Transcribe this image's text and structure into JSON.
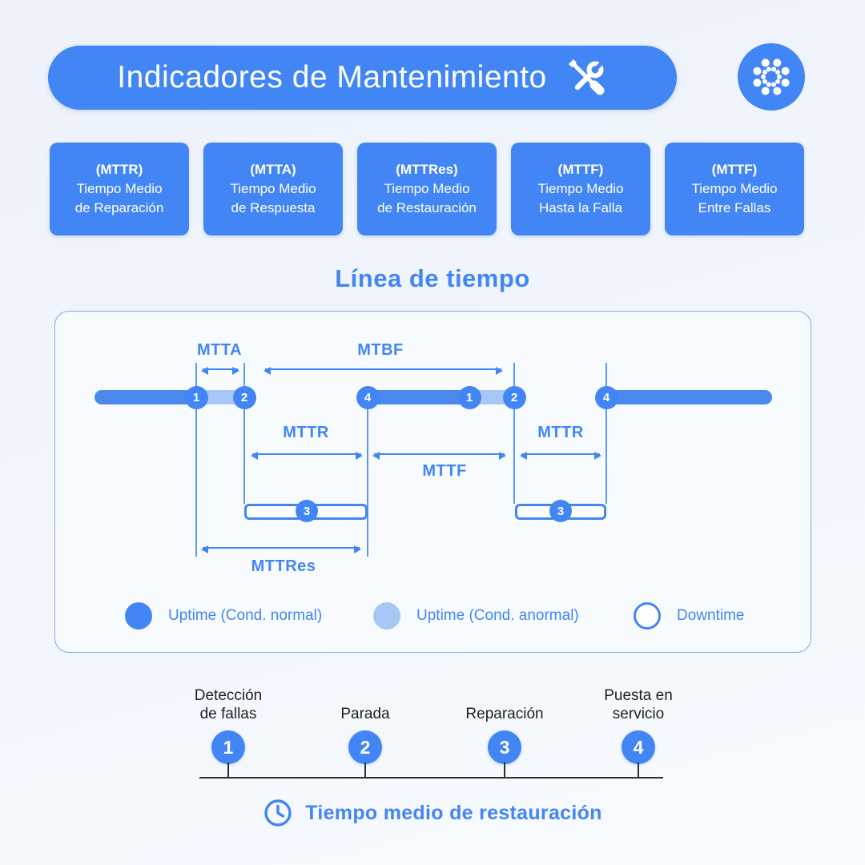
{
  "header": {
    "title": "Indicadores de Mantenimiento",
    "icon": "tools-icon"
  },
  "logo": {
    "icon": "dots-logo-icon"
  },
  "cards": [
    {
      "acronym": "(MTTR)",
      "lines": [
        "Tiempo Medio",
        "de Reparación"
      ]
    },
    {
      "acronym": "(MTTA)",
      "lines": [
        "Tiempo Medio",
        "de Respuesta"
      ]
    },
    {
      "acronym": "(MTTRes)",
      "lines": [
        "Tiempo Medio",
        "de Restauración"
      ]
    },
    {
      "acronym": "(MTTF)",
      "lines": [
        "Tiempo Medio",
        "Hasta la Falla"
      ]
    },
    {
      "acronym": "(MTTF)",
      "lines": [
        "Tiempo Medio",
        "Entre Fallas"
      ]
    }
  ],
  "timeline": {
    "title": "Línea de tiempo",
    "metrics": {
      "mtta": "MTTA",
      "mtbf": "MTBF",
      "mttr": "MTTR",
      "mttf": "MTTF",
      "mttres": "MTTRes"
    },
    "markers": [
      "1",
      "2",
      "4",
      "1",
      "2",
      "4"
    ],
    "downtime_markers": [
      "3",
      "3"
    ],
    "legend": [
      {
        "swatch": "solid",
        "label": "Uptime (Cond. normal)"
      },
      {
        "swatch": "light",
        "label": "Uptime (Cond. anormal)"
      },
      {
        "swatch": "outline",
        "label": "Downtime"
      }
    ]
  },
  "steps": [
    {
      "number": "1",
      "lines": [
        "Detección",
        "de fallas"
      ]
    },
    {
      "number": "2",
      "lines": [
        "Parada"
      ]
    },
    {
      "number": "3",
      "lines": [
        "Reparación"
      ]
    },
    {
      "number": "4",
      "lines": [
        "Puesta en",
        "servicio"
      ]
    }
  ],
  "footer": {
    "icon": "clock-icon",
    "text": "Tiempo medio de restauración"
  },
  "colors": {
    "primary_blue": "#4285f4",
    "uptime_normal": "#4a88ec",
    "uptime_abnormal": "#a8c6f6",
    "downtime_fill": "#ffffff",
    "dark_text": "#1e2022"
  }
}
